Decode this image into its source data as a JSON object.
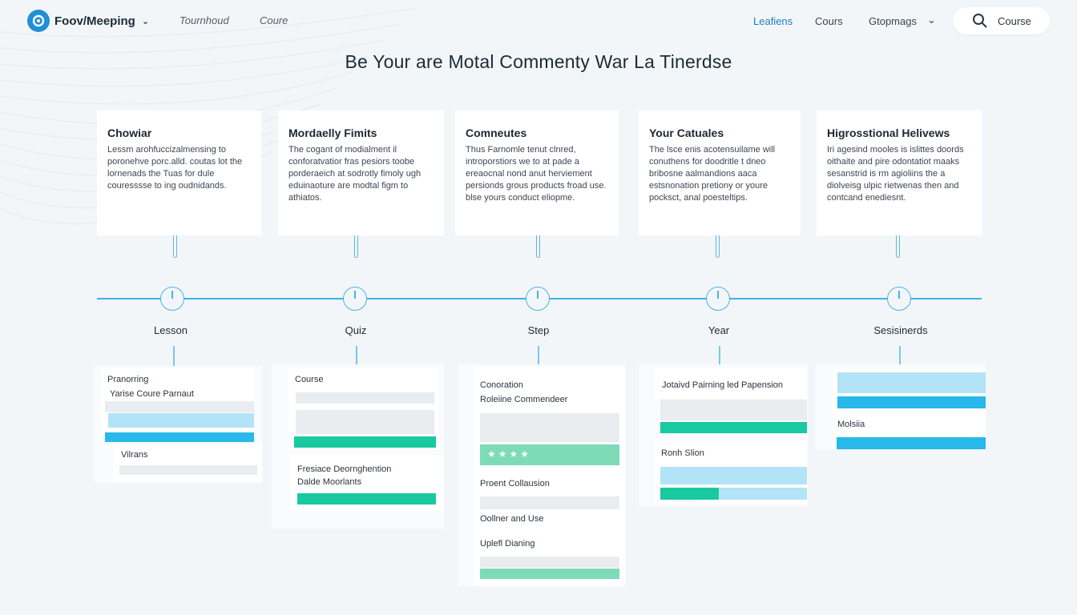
{
  "header": {
    "brand": "Foov/Meeping",
    "nav_left": [
      "Tournhoud",
      "Coure"
    ],
    "nav_right": [
      "Leafiens",
      "Cours",
      "Gtopmags"
    ],
    "search_label": "Course"
  },
  "page_title": "Be Your are Motal Commenty War La Tinerdse",
  "cards": [
    {
      "title": "Chowiar",
      "body": "Lessm arohfuccizalmensing to poronehve porc.alld. coutas lot the lornenads the Tuas for dule couresssse to ing oudnidands."
    },
    {
      "title": "Mordaelly Fimits",
      "body": "The cogant of modialment il conforatvatior fras pesiors toobe porderaeich at sodrotly fimoly ugh eduinaoture are modtal figm to athiatos."
    },
    {
      "title": "Comneutes",
      "body": "Thus Farnomle tenut clnred, introporstiors we to at pade a ereaocnal nond anut herviement persionds grous products froad use. blse yours conduct eliopme."
    },
    {
      "title": "Your Catuales",
      "body": "The lsce enis acotensuilame will conuthens for doodritle t dneo bribosne aalmandions aaca estsnonation pretiony or youre pocksct, anal poesteltips."
    },
    {
      "title": "Higrosstional Helivews",
      "body": "Iri agesind mooles is islittes doords oithaite and pire odontatiot maaks sesanstrid is rm agioliins the a diolveisg ulpic rietwenas then and contcand enediesnt."
    }
  ],
  "timeline": [
    "Lesson",
    "Quiz",
    "Step",
    "Year",
    "Sesisinerds"
  ],
  "panels": {
    "p1": {
      "line1": "Pranorring",
      "line2": "Yarise Coure Parnaut",
      "line3": "Vilrans"
    },
    "p2": {
      "line1": "Course",
      "line2": "Fresiace Deornghention",
      "line3": "Dalde Moorlants"
    },
    "p3": {
      "line1": "Conoration",
      "line2": "Roleiine Commendeer",
      "stars": "★★★★",
      "line3": "Proent Collausion",
      "line4": "Oollner and Use",
      "line5": "Uplefl Dianing"
    },
    "p4": {
      "line1": "Jotaivd Pairning led Papension",
      "line2": "Ronh Slion",
      "progress": 0.4
    },
    "p5": {
      "line1": "Molsiia"
    }
  },
  "colors": {
    "accent": "#28b8ea",
    "teal": "#19c9a0",
    "timeline": "#3fb0e8"
  }
}
